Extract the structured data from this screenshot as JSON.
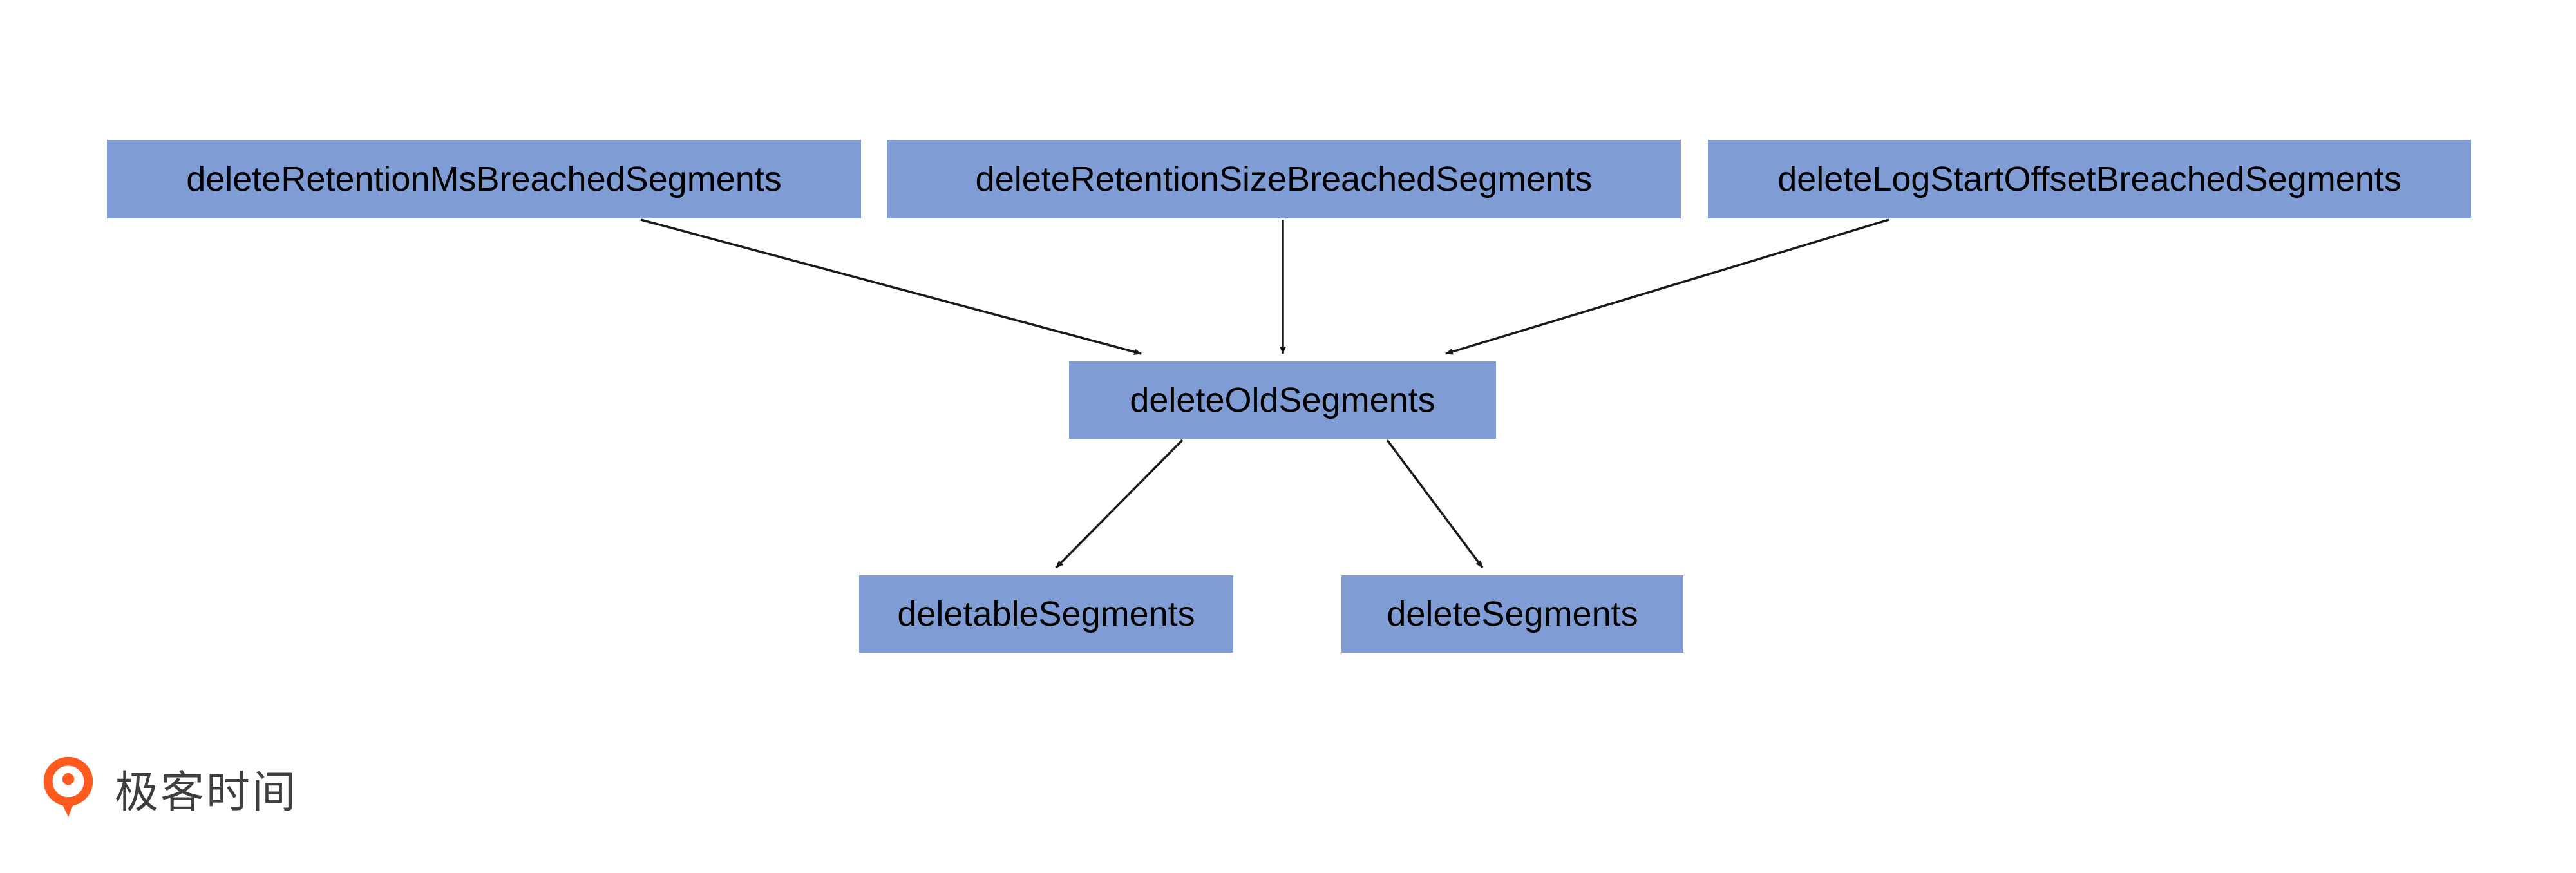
{
  "diagram": {
    "node_fill_color": "#7f9dd4",
    "node_text_color": "#000000",
    "edge_color": "#1a1a1a",
    "nodes": [
      {
        "id": "deleteRetentionMsBreachedSegments",
        "label": "deleteRetentionMsBreachedSegments"
      },
      {
        "id": "deleteRetentionSizeBreachedSegments",
        "label": "deleteRetentionSizeBreachedSegments"
      },
      {
        "id": "deleteLogStartOffsetBreachedSegments",
        "label": "deleteLogStartOffsetBreachedSegments"
      },
      {
        "id": "deleteOldSegments",
        "label": "deleteOldSegments"
      },
      {
        "id": "deletableSegments",
        "label": "deletableSegments"
      },
      {
        "id": "deleteSegments",
        "label": "deleteSegments"
      }
    ],
    "edges": [
      {
        "from": "deleteRetentionMsBreachedSegments",
        "to": "deleteOldSegments"
      },
      {
        "from": "deleteRetentionSizeBreachedSegments",
        "to": "deleteOldSegments"
      },
      {
        "from": "deleteLogStartOffsetBreachedSegments",
        "to": "deleteOldSegments"
      },
      {
        "from": "deleteOldSegments",
        "to": "deletableSegments"
      },
      {
        "from": "deleteOldSegments",
        "to": "deleteSegments"
      }
    ]
  },
  "footer": {
    "logo_text": "极客时间",
    "logo_color": "#ff5a1e"
  }
}
